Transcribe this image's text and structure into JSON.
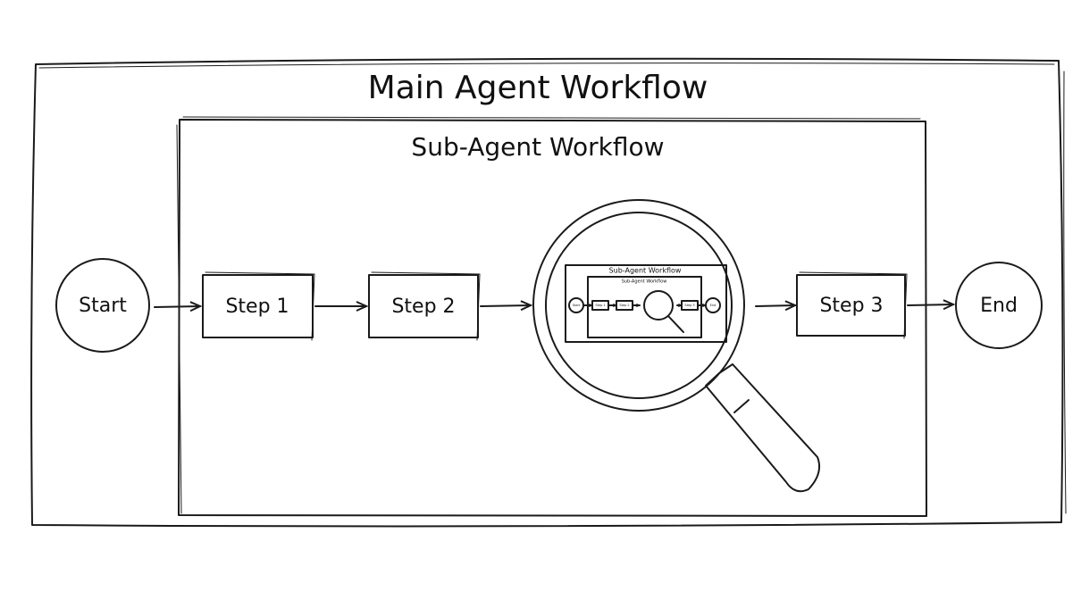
{
  "main": {
    "title": "Main Agent Workflow"
  },
  "sub": {
    "title": "Sub-Agent Workflow"
  },
  "nodes": {
    "start": "Start",
    "step1": "Step 1",
    "step2": "Step 2",
    "step3": "Step 3",
    "end": "End"
  },
  "magnifier": {
    "mini_title": "Sub-Agent Workflow",
    "mini_sub_title": "Sub-Agent Workflow",
    "mini_nodes": {
      "start": "Start",
      "step1": "Step 1",
      "step2": "Step 2",
      "step3": "Step 3",
      "end": "End"
    }
  },
  "colors": {
    "stroke": "#1a1a1a",
    "background": "#ffffff"
  }
}
